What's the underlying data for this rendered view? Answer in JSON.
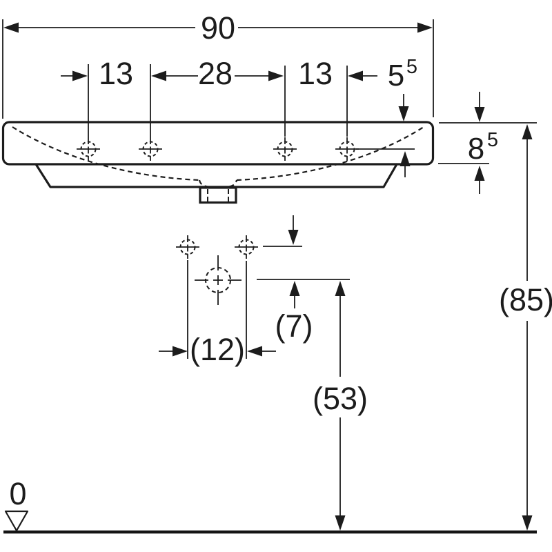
{
  "diagram": {
    "type": "technical-dimension-drawing",
    "subject": "wall-hung washbasin, front elevation with tap-hole detail and installation heights",
    "units_note": "cm",
    "colors": {
      "line": "#1c1c1c",
      "background": "#ffffff"
    },
    "labels": {
      "overall_width": "90",
      "left_hole_offset": "13",
      "center_hole_spacing": "28",
      "right_hole_offset": "13",
      "edge_to_hole_axis_main": "5",
      "edge_to_hole_axis_sup": "5",
      "basin_rim_thickness_main": "8",
      "basin_rim_thickness_sup": "5",
      "detail_vertical_offset": "(7)",
      "detail_hole_spacing": "(12)",
      "drain_outlet_height": "(53)",
      "rim_height_above_floor": "(85)",
      "datum_zero": "0"
    }
  }
}
